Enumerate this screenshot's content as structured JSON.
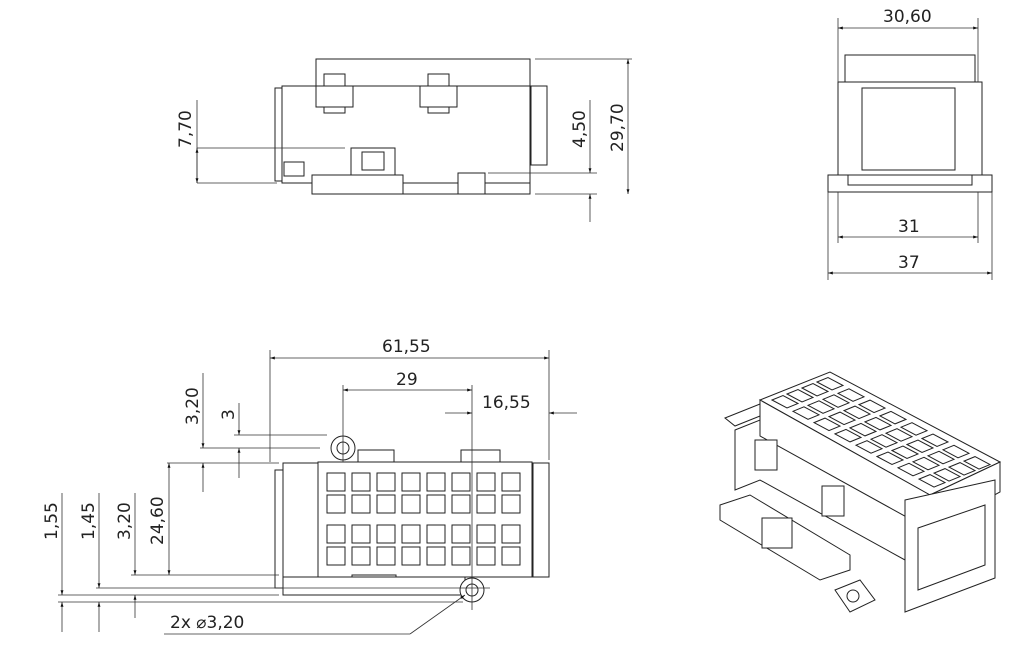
{
  "drawing": {
    "front_view": {
      "dimensions": [
        "7,70",
        "4,50",
        "29,70"
      ]
    },
    "side_view": {
      "dimensions": [
        "30,60",
        "31",
        "37"
      ]
    },
    "bottom_view": {
      "dimensions": [
        "61,55",
        "29",
        "16,55",
        "3,20",
        "3",
        "24,60",
        "1,55",
        "1,45",
        "3,20"
      ],
      "hole_callout": "2x ⌀3,20"
    },
    "isometric_view": {}
  }
}
